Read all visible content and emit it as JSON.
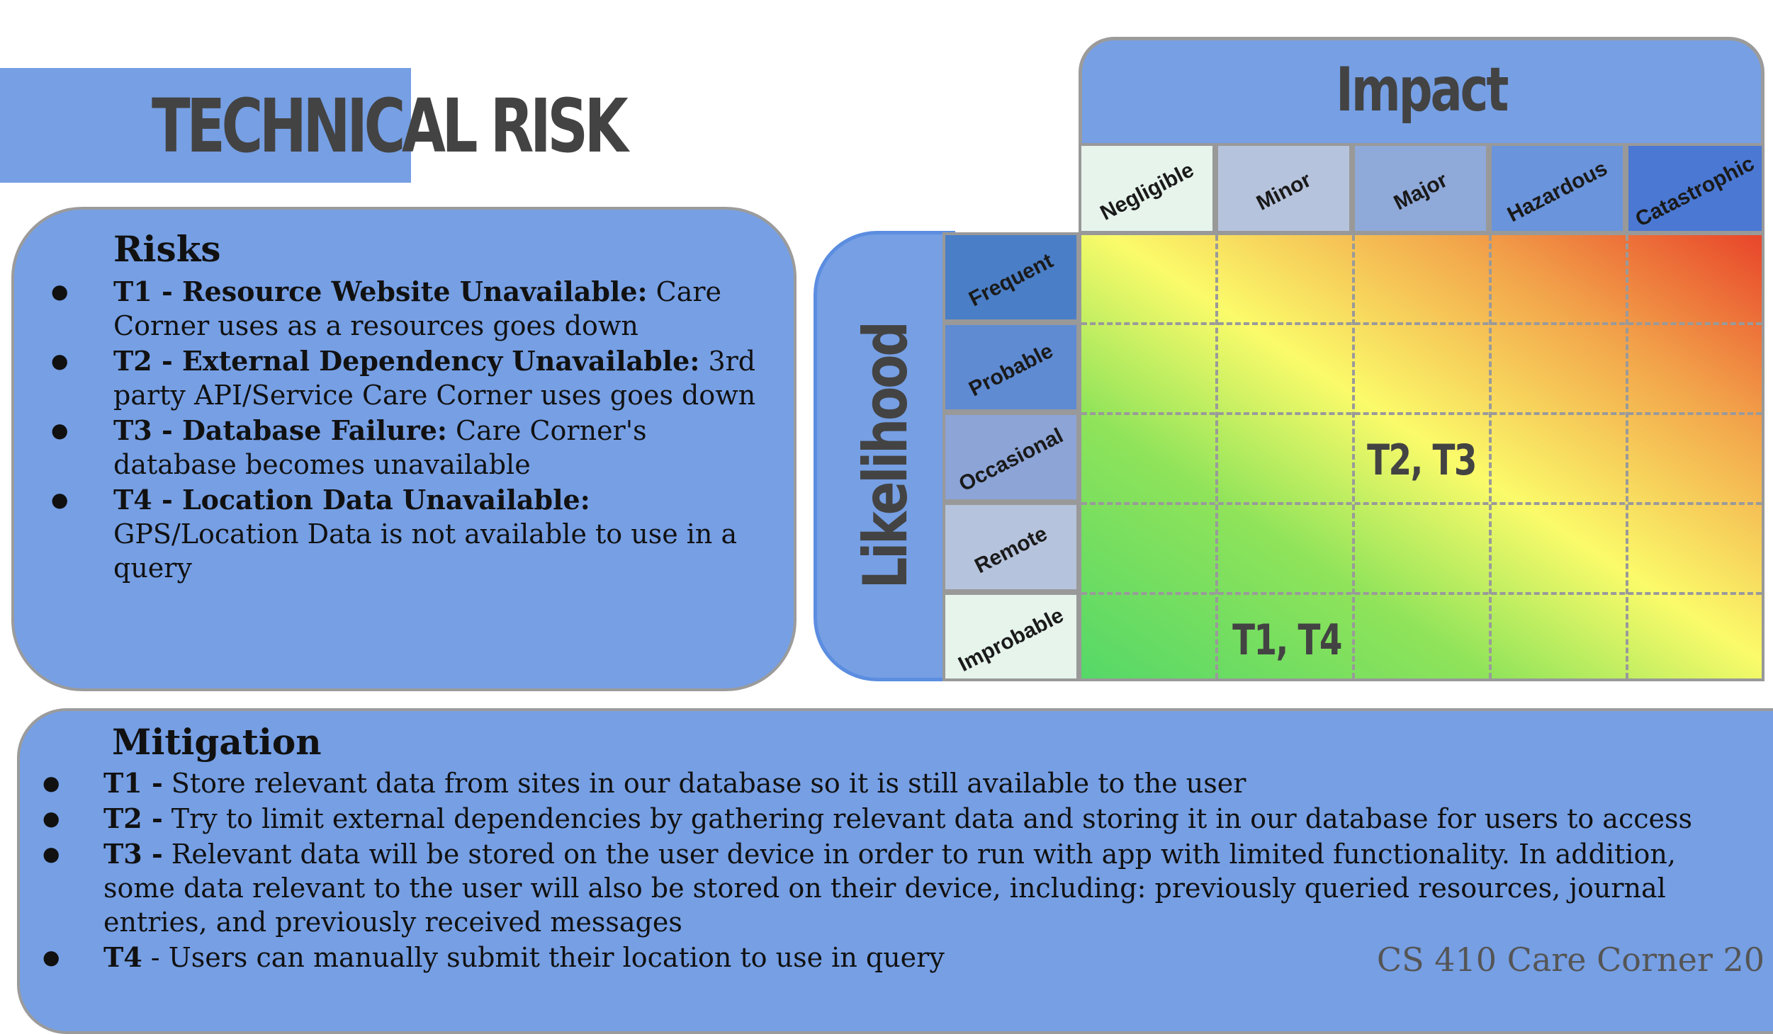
{
  "title": {
    "part1": "TECHNICAL",
    "part2": "RISK"
  },
  "risks": {
    "heading": "Risks",
    "items": [
      {
        "id": "T1 - Resource Website Unavailable:",
        "text": " Care Corner uses as a resources goes down"
      },
      {
        "id": "T2 - External Dependency Unavailable:",
        "text": " 3rd party API/Service Care Corner uses goes down"
      },
      {
        "id": "T3 - Database Failure:",
        "text": " Care Corner's database becomes unavailable"
      },
      {
        "id": "T4 - Location Data Unavailable:",
        "text": " GPS/Location Data is not available to use in a query"
      }
    ]
  },
  "matrix": {
    "impact_title": "Impact",
    "likelihood_title": "Likelihood",
    "columns": [
      {
        "label": "Negligible",
        "color": "#e6f4ec"
      },
      {
        "label": "Minor",
        "color": "#b6c3dc"
      },
      {
        "label": "Major",
        "color": "#8fa9d9"
      },
      {
        "label": "Hazardous",
        "color": "#6a94db"
      },
      {
        "label": "Catastrophic",
        "color": "#4a78d3"
      }
    ],
    "rows": [
      {
        "label": "Frequent",
        "color": "#4a7ec6"
      },
      {
        "label": "Probable",
        "color": "#5f8bd3"
      },
      {
        "label": "Occasional",
        "color": "#8ca4d6"
      },
      {
        "label": "Remote",
        "color": "#b6c3dc"
      },
      {
        "label": "Improbable",
        "color": "#e6f4ec"
      }
    ],
    "placements": [
      {
        "label": "T2, T3",
        "row": "Occasional",
        "column": "Major"
      },
      {
        "label": "T1, T4",
        "row": "Improbable",
        "column": "Minor"
      }
    ]
  },
  "mitigation": {
    "heading": "Mitigation",
    "items": [
      {
        "id": "T1 -",
        "text": " Store relevant data from sites in our database so it is still available to the user"
      },
      {
        "id": "T2 -",
        "text": " Try to limit external dependencies by gathering relevant data and storing it in our database for users to access"
      },
      {
        "id": "T3 -",
        "text": " Relevant data will be stored on the user device in order to run with app with limited functionality. In addition, some data relevant to the user will also be stored on their device, including: previously queried resources, journal entries, and previously received messages"
      },
      {
        "id": "T4",
        "text": " - Users can manually submit their location to use in query"
      }
    ]
  },
  "footer": "CS 410 Care Corner 20"
}
